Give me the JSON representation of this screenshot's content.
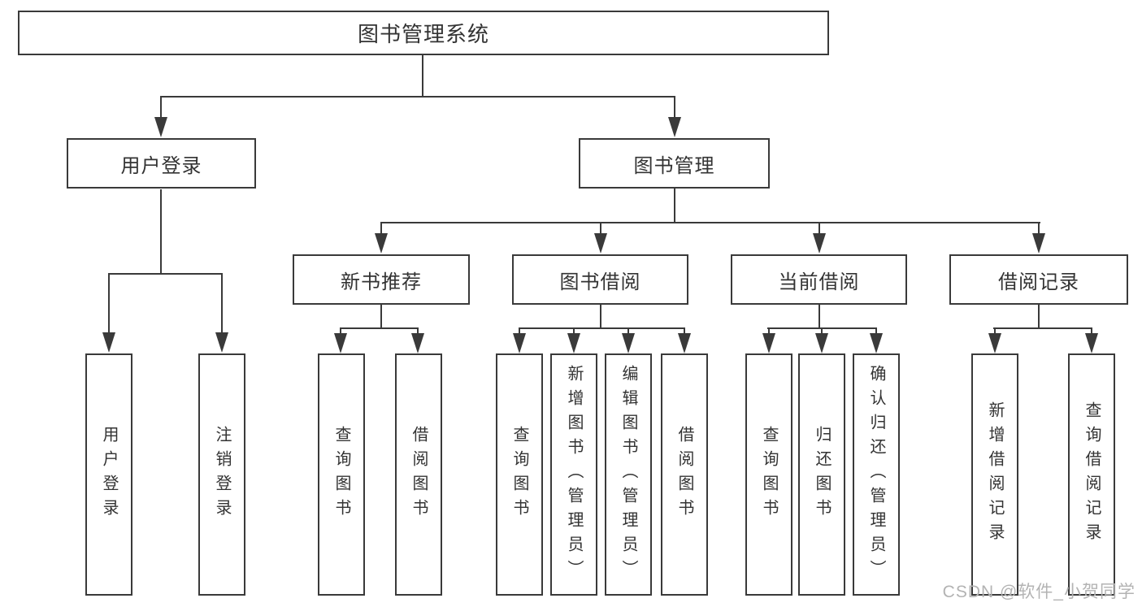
{
  "diagram": {
    "root": {
      "label": "图书管理系统"
    },
    "branches": [
      {
        "label": "用户登录",
        "children": [
          "用户登录",
          "注销登录"
        ]
      },
      {
        "label": "图书管理",
        "groups": [
          {
            "label": "新书推荐",
            "children": [
              "查询图书",
              "借阅图书"
            ]
          },
          {
            "label": "图书借阅",
            "children": [
              "查询图书",
              "新增图书（管理员）",
              "编辑图书（管理员）",
              "借阅图书"
            ]
          },
          {
            "label": "当前借阅",
            "children": [
              "查询图书",
              "归还图书",
              "确认归还（管理员）"
            ]
          },
          {
            "label": "借阅记录",
            "children": [
              "新增借阅记录",
              "查询借阅记录"
            ]
          }
        ]
      }
    ],
    "watermark": "CSDN @软件_小贺同学",
    "colors": {
      "line": "#3a3a3a",
      "text": "#333333",
      "watermark": "#b3b3b3",
      "background": "#ffffff"
    }
  }
}
